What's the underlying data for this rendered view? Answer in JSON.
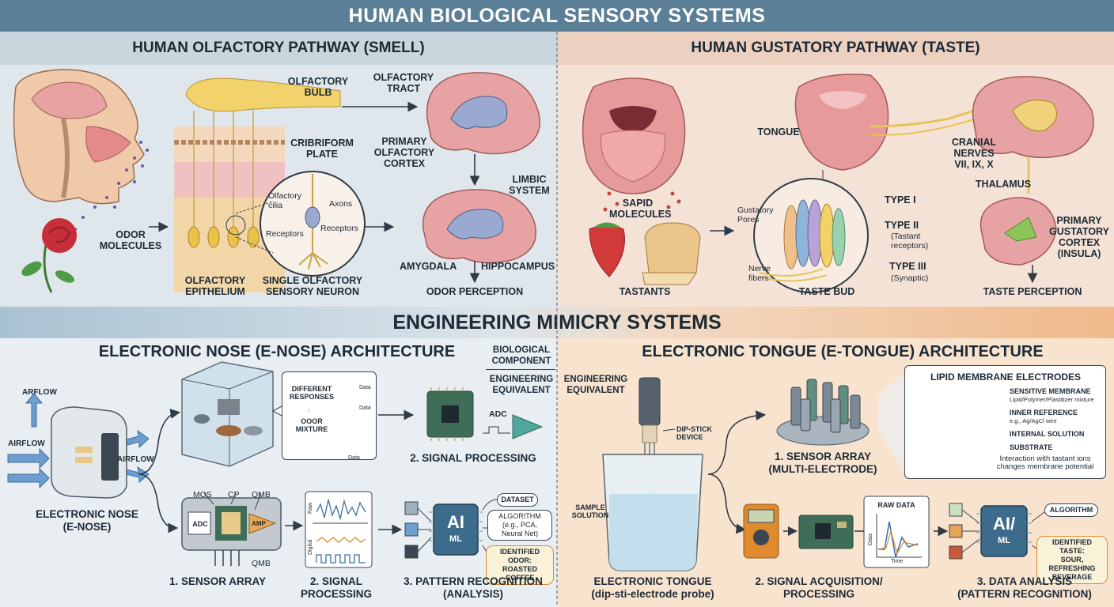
{
  "title": "HUMAN BIOLOGICAL SENSORY SYSTEMS",
  "olfactory": {
    "heading": "HUMAN OLFACTORY PATHWAY (SMELL)",
    "odor_molecules": "ODOR\nMOLECULES",
    "olfactory_bulb": "OLFACTORY\nBULB",
    "cribriform_plate": "CRIBRIFORM\nPLATE",
    "olfactory_cilia": "Olfactory\ncilia",
    "axons": "Axons",
    "receptors_left": "Receptors",
    "receptors_right": "Receptors",
    "epithelium": "OLFACTORY\nEPITHELIUM",
    "single_neuron": "SINGLE OLFACTORY\nSENSORY NEURON",
    "olfactory_tract": "OLFACTORY\nTRACT",
    "primary_cortex": "PRIMARY\nOLFACTORY\nCORTEX",
    "limbic_system": "LIMBIC\nSYSTEM",
    "amygdala": "AMYGDALA",
    "hippocampus": "HIPPOCAMPUS",
    "odor_perception": "ODOR PERCEPTION"
  },
  "gustatory": {
    "heading": "HUMAN GUSTATORY PATHWAY (TASTE)",
    "sapid_molecules": "SAPID\nMOLECULES",
    "tastants": "TASTANTS",
    "tongue": "TONGUE",
    "gustatory_pores": "Gustatory\nPores",
    "nerve_fibers": "Nerve\nfibers",
    "type1": "TYPE I",
    "type2": "TYPE II",
    "type2_sub": "(Tastant\nreceptors)",
    "type3": "TYPE III",
    "type3_sub": "(Synaptic)",
    "taste_bud": "TASTE BUD",
    "cranial_nerves": "CRANIAL\nNERVES\nVII, IX, X",
    "thalamus": "THALAMUS",
    "primary_cortex": "PRIMARY\nGUSTATORY\nCORTEX\n(INSULA)",
    "taste_perception": "TASTE PERCEPTION"
  },
  "engineering_title": "ENGINEERING MIMICRY SYSTEMS",
  "enose": {
    "heading": "ELECTRONIC NOSE (E-NOSE) ARCHITECTURE",
    "airflow_top": "ARFLOW",
    "airflow_left": "AIRFLOW",
    "airflow_right": "AIRFLOW",
    "device": "ELECTRONIC NOSE\n(E-NOSE)",
    "different_responses": "DIFFERENT\nRESPONSES",
    "odor_mixture": "OOOR\nMIXTURE",
    "graph_label_1": "Data",
    "graph_label_2": "Data",
    "graph_label_3": "Data",
    "biological_component": "BIOLOGICAL\nCOMPONENT",
    "engineering_equivalent": "ENGINEERING\nEQUIVALENT",
    "adc_top": "ADC",
    "signal_processing_top": "2. SIGNAL PROCESSING",
    "mos": "MOS",
    "cp": "CP",
    "qmb_top": "QMB",
    "qmb_bottom": "QMB",
    "adc_chip": "ADC",
    "amp_chip": "AMP",
    "sensor_array": "1. SENSOR ARRAY",
    "raw": "Raw",
    "digital": "Digital",
    "signal_processing": "2. SIGNAL\nPROCESSING",
    "ai": "AI",
    "ml": "ML",
    "dataset": "DATASET",
    "algorithm": "ALGORITHM\n(e.g., PCA,\nNeural Net)",
    "identified_odor": "IDENTIFIED ODOR:\nROASTED COFFEE",
    "pattern_recognition": "3. PATTERN RECOGNITION\n(ANALYSIS)"
  },
  "etongue": {
    "heading": "ELECTRONIC TONGUE (E-TONGUE) ARCHITECTURE",
    "engineering_equivalent": "ENGINEERING\nEQUIVALENT",
    "dip_stick": "DIP-STICK\nDEVICE",
    "sample_solution": "SAMPLE\nSOLUTION",
    "device": "ELECTRONIC TONGUE\n(dip-sti-electrode probe)",
    "sensor_array": "1. SENSOR ARRAY\n(MULTI-ELECTRODE)",
    "lipid_title": "LIPID MEMBRANE ELECTRODES",
    "sensitive_membrane": "SENSITIVE MEMBRANE",
    "sensitive_membrane_sub": "Lipid/Polymer/Plastitizer mixture",
    "inner_reference": "INNER REFERENCE",
    "inner_reference_sub": "e.g., Ag/AgCl wire",
    "internal_solution": "INTERNAL SOLUTION",
    "substrate": "SUBSTRATE",
    "interaction_note": "Interaction with tastant ions\nchanges membrane potential",
    "raw_data": "RAW DATA",
    "data_axis": "Data",
    "time_axis": "Time",
    "signal_acquisition": "2. SIGNAL ACQUISITION/\nPROCESSING",
    "ai": "AI/",
    "ml": "ML",
    "algorithm": "ALGORITHM",
    "identified_taste": "IDENTIFIED TASTE:\nSOUR, REFRESHING\nBEVERAGE",
    "data_analysis": "3. DATA ANALYSIS\n(PATTERN RECOGNITION)"
  },
  "colors": {
    "title_bar": "#5b7f96",
    "smell_bg": "#dfe7ec",
    "taste_bg": "#f5e2d6",
    "enose_bg": "#e8eef2",
    "etongue_bg": "#f8e3cf",
    "brain": "#e7a3a3",
    "brain_inner": "#9aa9cf",
    "nerve": "#e5c55a",
    "tongue": "#e69a9a",
    "chip": "#3f6e58",
    "ai_chip": "#3d6b8c",
    "ink": "#1d2a36"
  }
}
